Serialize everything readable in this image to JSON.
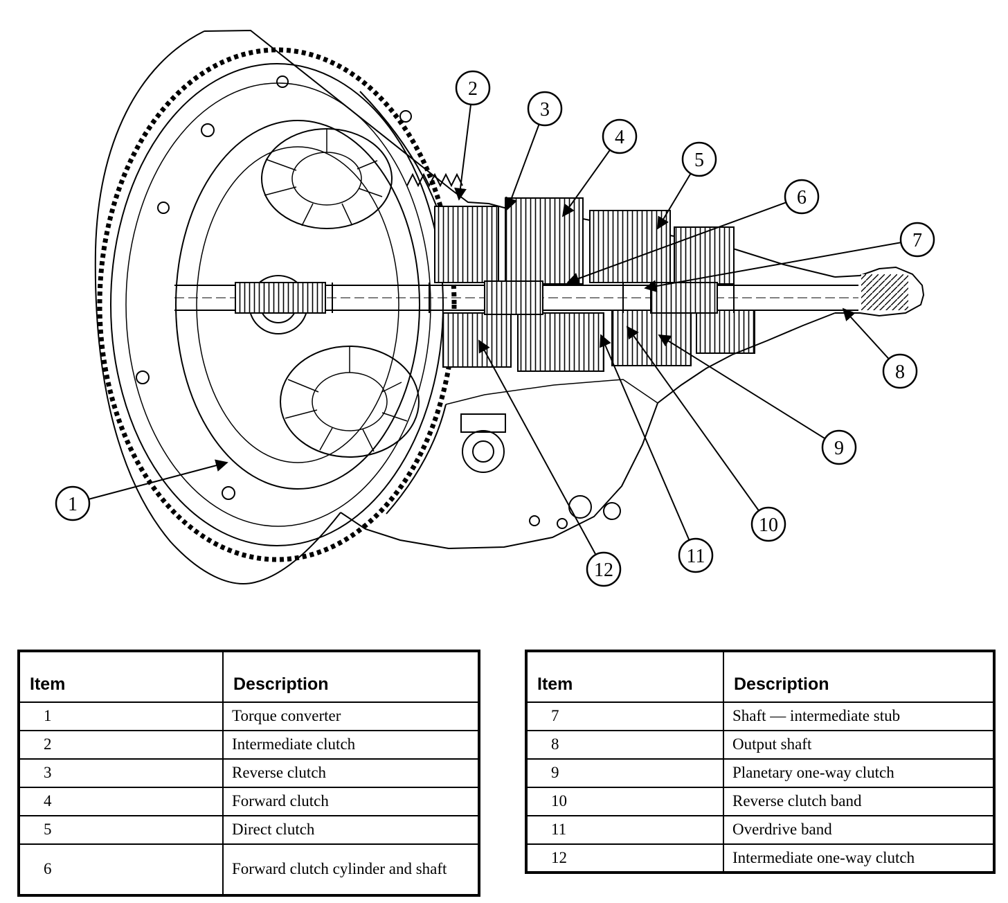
{
  "figure": {
    "description": "Automatic transmission sectional view with numbered callouts",
    "callouts": [
      {
        "label": "1"
      },
      {
        "label": "2"
      },
      {
        "label": "3"
      },
      {
        "label": "4"
      },
      {
        "label": "5"
      },
      {
        "label": "6"
      },
      {
        "label": "7"
      },
      {
        "label": "8"
      },
      {
        "label": "9"
      },
      {
        "label": "10"
      },
      {
        "label": "11"
      },
      {
        "label": "12"
      }
    ]
  },
  "tables": {
    "left": {
      "headers": {
        "item": "Item",
        "description": "Description"
      },
      "rows": [
        {
          "item": "1",
          "description": "Torque converter"
        },
        {
          "item": "2",
          "description": "Intermediate clutch"
        },
        {
          "item": "3",
          "description": "Reverse clutch"
        },
        {
          "item": "4",
          "description": "Forward clutch"
        },
        {
          "item": "5",
          "description": "Direct clutch"
        },
        {
          "item": "6",
          "description": "Forward clutch cylinder and shaft"
        }
      ]
    },
    "right": {
      "headers": {
        "item": "Item",
        "description": "Description"
      },
      "rows": [
        {
          "item": "7",
          "description": "Shaft — intermediate stub"
        },
        {
          "item": "8",
          "description": "Output shaft"
        },
        {
          "item": "9",
          "description": "Planetary one-way clutch"
        },
        {
          "item": "10",
          "description": "Reverse clutch band"
        },
        {
          "item": "11",
          "description": "Overdrive band"
        },
        {
          "item": "12",
          "description": "Intermediate one-way clutch"
        }
      ]
    }
  },
  "colors": {
    "line": "#000000",
    "background": "#ffffff"
  }
}
